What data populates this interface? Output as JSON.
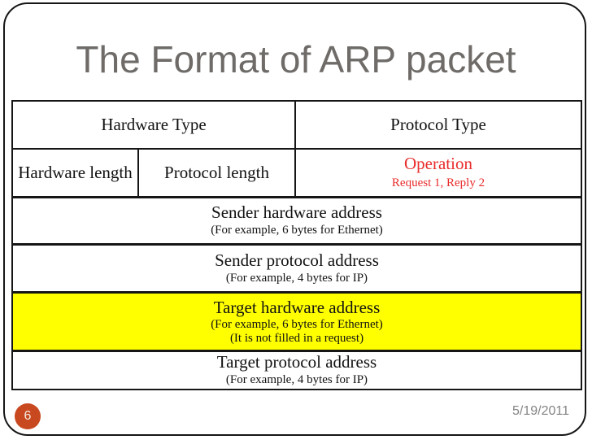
{
  "slide": {
    "title": "The Format of ARP packet",
    "page_number": "6",
    "date": "5/19/2011"
  },
  "packet_table": {
    "hardware_type": "Hardware Type",
    "protocol_type": "Protocol Type",
    "hardware_length": "Hardware length",
    "protocol_length": "Protocol length",
    "operation": {
      "title": "Operation",
      "values": "Request 1, Reply 2"
    },
    "sender_hardware": {
      "title": "Sender hardware address",
      "example": "(For example, 6 bytes for Ethernet)"
    },
    "sender_protocol": {
      "title": "Sender protocol address",
      "example": "(For example, 4 bytes for IP)"
    },
    "target_hardware": {
      "title": "Target hardware address",
      "example": "(For example, 6 bytes for Ethernet)",
      "note": "(It is not filled in a request)"
    },
    "target_protocol": {
      "title": "Target protocol address",
      "example": "(For example, 4 bytes for IP)"
    }
  },
  "colors": {
    "highlight_row": "#FFFF00",
    "operation_text": "#E92B2B",
    "page_badge": "#C8481F",
    "title_text": "#6E6B68",
    "date_text": "#848484",
    "table_border": "#161616"
  }
}
